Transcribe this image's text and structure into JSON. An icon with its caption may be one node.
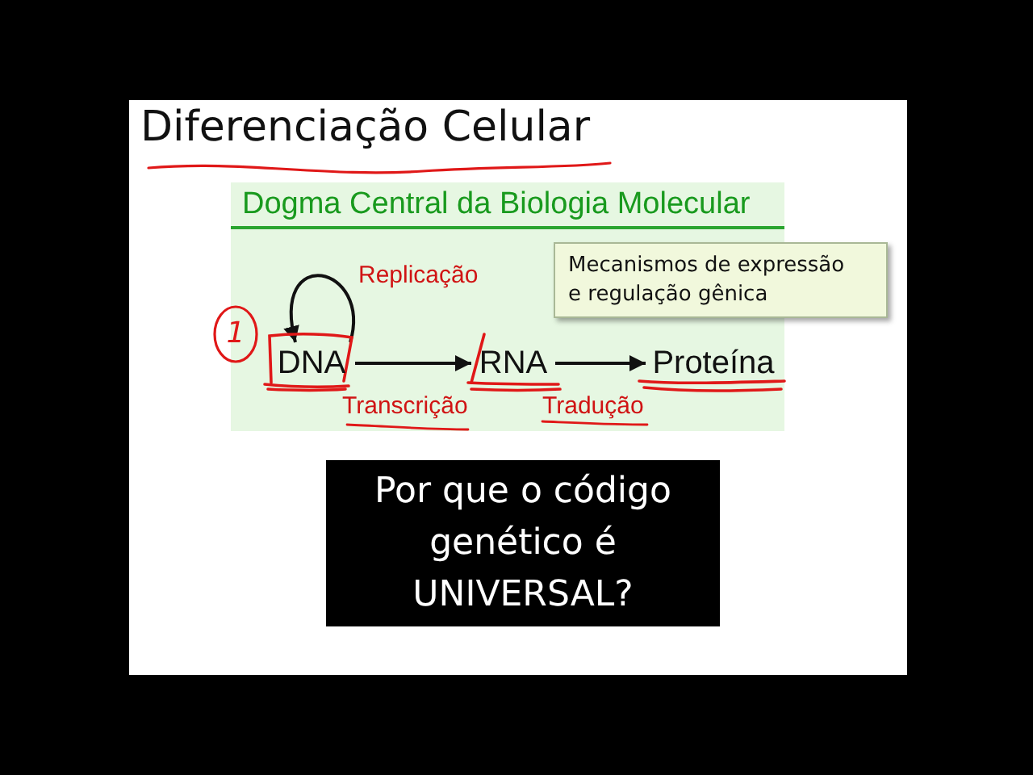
{
  "diagram": {
    "title": "Diferenciação Celular",
    "nodes": [
      {
        "text": [
          "Dogma Central da Biologia Molecular"
        ]
      },
      {
        "text": [
          "Mecanismos de expressão e regulação gênica"
        ]
      },
      {
        "text": [
          "DNA"
        ],
        "in": 0
      },
      {
        "text": [
          "RNA"
        ],
        "in": 0
      },
      {
        "text": [
          "Proteína"
        ],
        "in": 0
      },
      {
        "text": [
          "Por que o código genético é UNIVERSAL?"
        ]
      }
    ],
    "edges": [
      {
        "from": 2,
        "to": 2,
        "arrow": "to",
        "label": "Replicação"
      },
      {
        "from": 2,
        "to": 3,
        "arrow": "to",
        "label": "Transcrição"
      },
      {
        "from": 3,
        "to": 4,
        "arrow": "to",
        "label": "Tradução"
      }
    ],
    "labels": [
      "1"
    ]
  }
}
